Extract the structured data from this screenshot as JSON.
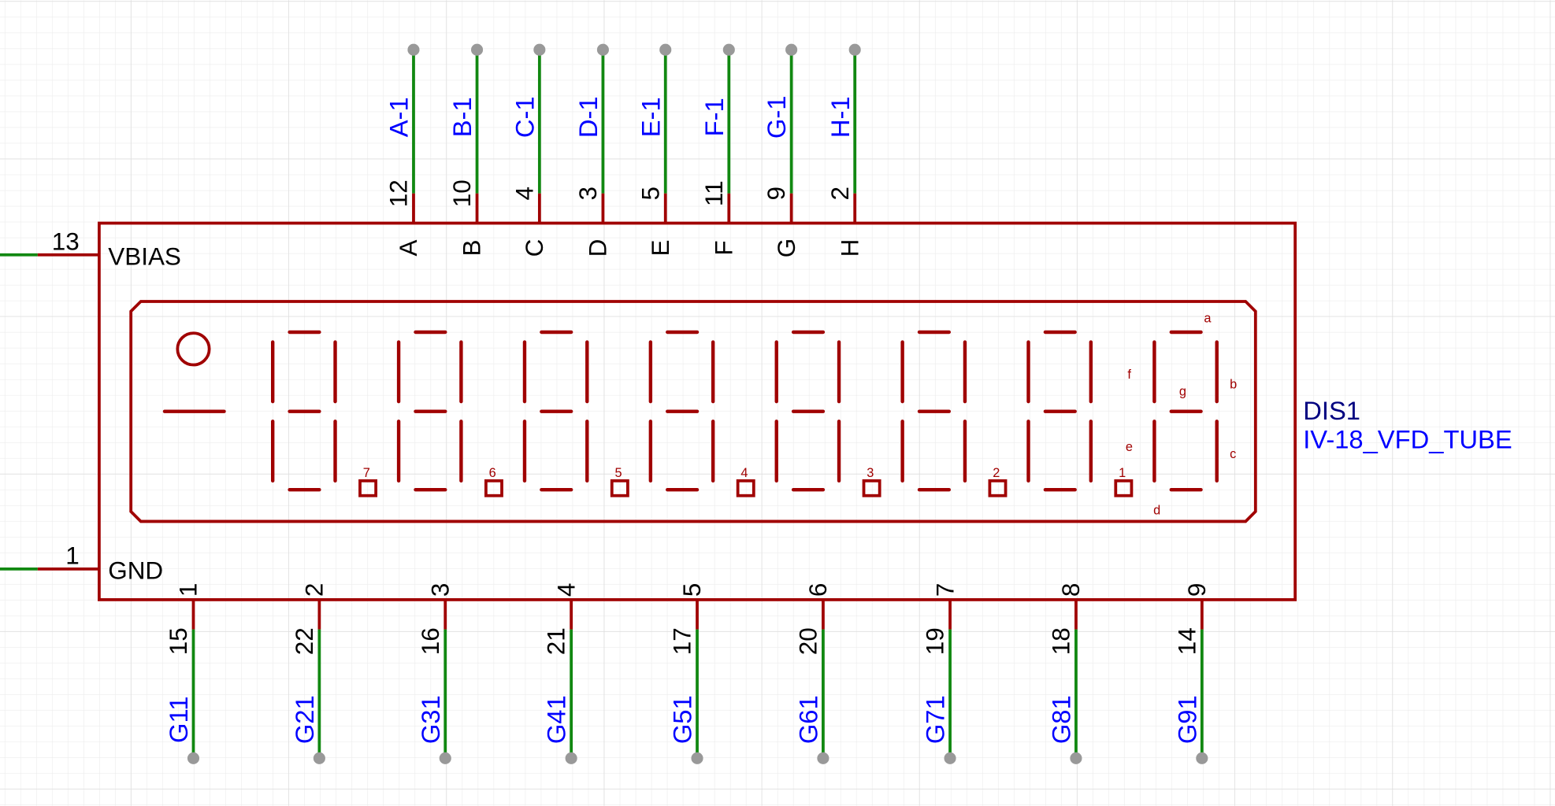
{
  "component": {
    "designator": "DIS1",
    "value": "IV-18_VFD_TUBE",
    "colors": {
      "body": "#a00000",
      "wire": "#118811",
      "net_label": "#0000ff",
      "designator": "#000080",
      "pin_end": "#999999"
    }
  },
  "left_pins": [
    {
      "number": "13",
      "name": "VBIAS"
    },
    {
      "number": "1",
      "name": "GND"
    }
  ],
  "top_pins": [
    {
      "net": "A-1",
      "number": "12",
      "name": "A"
    },
    {
      "net": "B-1",
      "number": "10",
      "name": "B"
    },
    {
      "net": "C-1",
      "number": "4",
      "name": "C"
    },
    {
      "net": "D-1",
      "number": "3",
      "name": "D"
    },
    {
      "net": "E-1",
      "number": "5",
      "name": "E"
    },
    {
      "net": "F-1",
      "number": "11",
      "name": "F"
    },
    {
      "net": "G-1",
      "number": "9",
      "name": "G"
    },
    {
      "net": "H-1",
      "number": "2",
      "name": "H"
    }
  ],
  "bottom_pins": [
    {
      "name": "1",
      "number": "15",
      "net": "G11"
    },
    {
      "name": "2",
      "number": "22",
      "net": "G21"
    },
    {
      "name": "3",
      "number": "16",
      "net": "G31"
    },
    {
      "name": "4",
      "number": "21",
      "net": "G41"
    },
    {
      "name": "5",
      "number": "17",
      "net": "G51"
    },
    {
      "name": "6",
      "number": "20",
      "net": "G61"
    },
    {
      "name": "7",
      "number": "19",
      "net": "G71"
    },
    {
      "name": "8",
      "number": "18",
      "net": "G81"
    },
    {
      "name": "9",
      "number": "14",
      "net": "G91"
    }
  ],
  "decimal_point_labels": [
    "7",
    "6",
    "5",
    "4",
    "3",
    "2",
    "1"
  ],
  "segment_labels": {
    "a": "a",
    "b": "b",
    "c": "c",
    "d": "d",
    "e": "e",
    "f": "f",
    "g": "g"
  }
}
